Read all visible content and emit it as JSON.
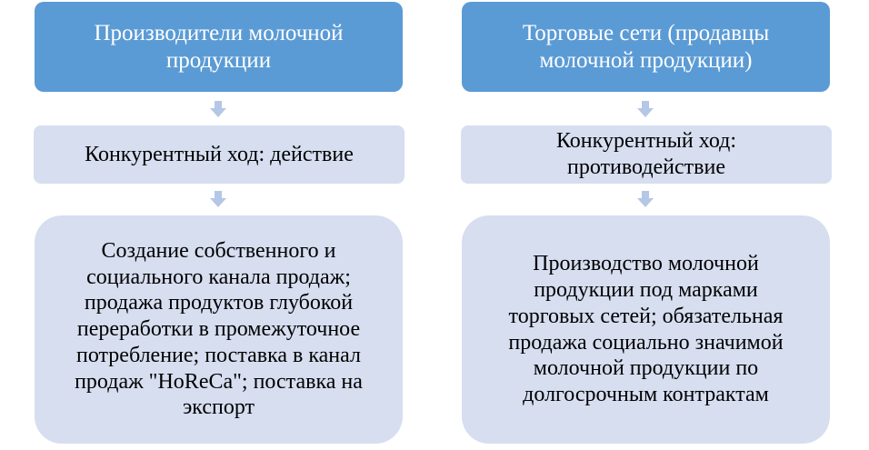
{
  "left": {
    "header": "Производители молочной продукции",
    "move": "Конкурентный ход: действие",
    "details": "Создание собственного и социального канала продаж; продажа продуктов глубокой переработки в промежуточное потребление; поставка в канал продаж \"HoReCa\"; поставка на экспорт"
  },
  "right": {
    "header": "Торговые сети (продавцы молочной продукции)",
    "move": "Конкурентный ход: противодействие",
    "details": "Производство молочной продукции под марками торговых сетей; обязательная продажа социально значимой молочной продукции по долгосрочным контрактам"
  },
  "colors": {
    "header": "#5B9BD5",
    "light": "#D6DEF0",
    "arrow": "#B4C7E7"
  }
}
